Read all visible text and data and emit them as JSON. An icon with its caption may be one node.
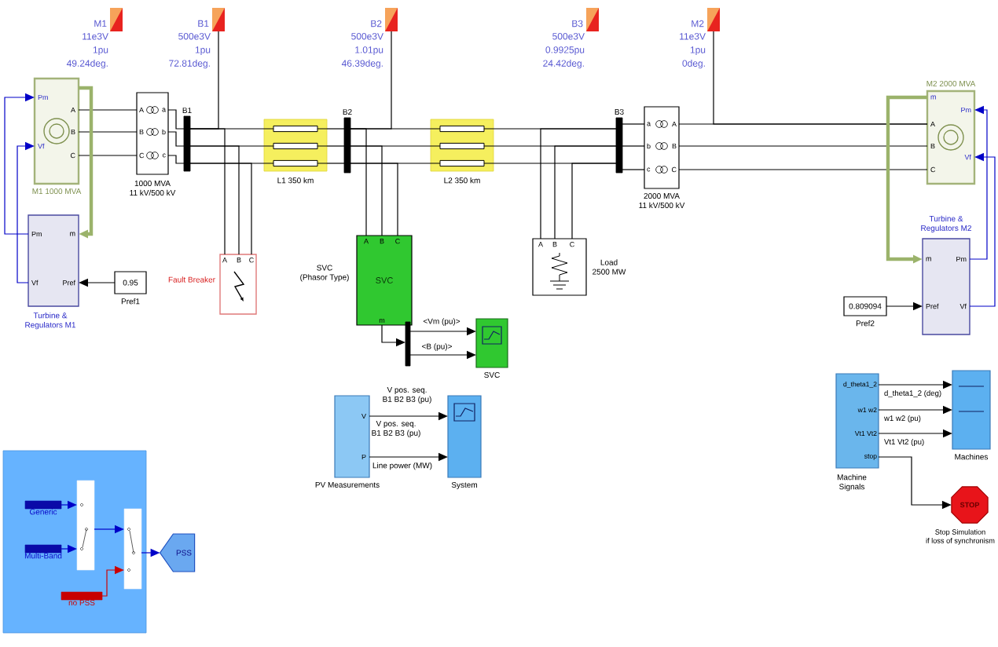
{
  "diagram": {
    "nodes": [
      {
        "text": [
          "M1"
        ],
        "beside": [
          "11e3V 1pu 49.24deg."
        ]
      },
      {
        "text": [
          "B1"
        ],
        "beside": [
          "500e3V 1pu 72.81deg."
        ]
      },
      {
        "text": [
          "B2"
        ],
        "beside": [
          "500e3V 1.01pu 46.39deg."
        ]
      },
      {
        "text": [
          "B3"
        ],
        "beside": [
          "500e3V 0.9925pu 24.42deg."
        ]
      },
      {
        "text": [
          "M2"
        ],
        "beside": [
          "11e3V 1pu 0deg."
        ]
      },
      {
        "text": [
          "Pm",
          "A",
          "B",
          "Vf",
          "C",
          "M1 1000 MVA"
        ]
      },
      {
        "text": [
          "A",
          "a",
          "B",
          "b",
          "C",
          "c",
          "1000 MVA 11 kV/500 kV"
        ]
      },
      {
        "text": [
          "B1"
        ]
      },
      {
        "text": [
          "L1 350 km"
        ]
      },
      {
        "text": [
          "A",
          "B",
          "C",
          "Fault Breaker"
        ]
      },
      {
        "text": [
          "B2"
        ]
      },
      {
        "text": [
          "A",
          "B",
          "C",
          "SVC (Phasor Type)",
          "SVC",
          "m"
        ]
      },
      {
        "text": [
          "L2 350 km"
        ]
      },
      {
        "text": [
          "A",
          "B",
          "C",
          "Load 2500 MW"
        ]
      },
      {
        "text": [
          "B3"
        ]
      },
      {
        "text": [
          "a",
          "A",
          "b",
          "B",
          "c",
          "C",
          "2000 MVA 11 kV/500 kV"
        ]
      },
      {
        "text": [
          "M2 2000 MVA",
          "m",
          "Pm",
          "A",
          "B",
          "Vf",
          "C"
        ]
      },
      {
        "text": [
          "Pm",
          "m",
          "Vf",
          "Pref",
          "Turbine & Regulators M1"
        ]
      },
      {
        "text": [
          "0.95",
          "Pref1"
        ]
      },
      {
        "text": [
          "Turbine & Regulators M2",
          "m",
          "Pm",
          "Pref",
          "Vf"
        ]
      },
      {
        "text": [
          "0.809094",
          "Pref2"
        ]
      },
      {
        "text": [],
        "shape": "bar"
      },
      {
        "text": [
          "SVC"
        ]
      },
      {
        "text": [
          "V",
          "P",
          "PV Measurements"
        ]
      },
      {
        "text": [
          "System"
        ]
      },
      {
        "text": [
          "d_theta1_2",
          "w1 w2",
          "Vt1 Vt2",
          "stop",
          "Machine Signals"
        ]
      },
      {
        "text": [
          "Machines"
        ]
      },
      {
        "text": [
          "STOP",
          "Stop Simulation if loss of synchronism"
        ]
      },
      {
        "text": [],
        "shape": "box"
      },
      {
        "text": [
          "Generic"
        ],
        "in": 28
      },
      {
        "text": [
          "Multi-Band"
        ],
        "in": 28
      },
      {
        "text": [],
        "shape": "box",
        "in": 28
      },
      {
        "text": [],
        "shape": "box",
        "in": 28
      },
      {
        "text": [
          "no PSS"
        ],
        "in": 28
      },
      {
        "text": [
          "PSS"
        ]
      }
    ],
    "edges": [
      {
        "from": 1,
        "to": 7,
        "arrow": "none"
      },
      {
        "from": 2,
        "to": 10,
        "arrow": "none"
      },
      {
        "from": 4,
        "to": 16,
        "arrow": "none"
      },
      {
        "from": 5,
        "to": 6,
        "arrow": "none"
      },
      {
        "from": 5,
        "to": 6,
        "arrow": "none"
      },
      {
        "from": 5,
        "to": 6,
        "arrow": "none"
      },
      {
        "from": 6,
        "to": 7,
        "arrow": "none"
      },
      {
        "from": 6,
        "to": 7,
        "arrow": "none"
      },
      {
        "from": 6,
        "to": 7,
        "arrow": "none"
      },
      {
        "from": 7,
        "to": 8,
        "arrow": "none"
      },
      {
        "from": 7,
        "to": 8,
        "arrow": "none"
      },
      {
        "from": 7,
        "to": 8,
        "arrow": "none"
      },
      {
        "from": 7,
        "to": 9,
        "arrow": "none"
      },
      {
        "from": 7,
        "to": 9,
        "arrow": "none"
      },
      {
        "from": 7,
        "to": 9,
        "arrow": "none"
      },
      {
        "from": 8,
        "to": 10,
        "arrow": "none"
      },
      {
        "from": 8,
        "to": 10,
        "arrow": "none"
      },
      {
        "from": 8,
        "to": 10,
        "arrow": "none"
      },
      {
        "from": 10,
        "to": 12,
        "arrow": "none"
      },
      {
        "from": 10,
        "to": 12,
        "arrow": "none"
      },
      {
        "from": 10,
        "to": 12,
        "arrow": "none"
      },
      {
        "from": 10,
        "to": 11,
        "arrow": "none"
      },
      {
        "from": 10,
        "to": 11,
        "arrow": "none"
      },
      {
        "from": 10,
        "to": 11,
        "arrow": "none"
      },
      {
        "from": 12,
        "to": 14,
        "arrow": "none"
      },
      {
        "from": 12,
        "to": 14,
        "arrow": "none"
      },
      {
        "from": 12,
        "to": 14,
        "arrow": "none"
      },
      {
        "from": 14,
        "to": 13,
        "arrow": "none"
      },
      {
        "from": 14,
        "to": 13,
        "arrow": "none"
      },
      {
        "from": 14,
        "to": 13,
        "arrow": "none"
      },
      {
        "from": 14,
        "to": 15,
        "arrow": "none"
      },
      {
        "from": 14,
        "to": 15,
        "arrow": "none"
      },
      {
        "from": 14,
        "to": 15,
        "arrow": "none"
      },
      {
        "from": 15,
        "to": 16,
        "arrow": "none"
      },
      {
        "from": 15,
        "to": 16,
        "arrow": "none"
      },
      {
        "from": 15,
        "to": 16,
        "arrow": "none"
      },
      {
        "from": 5,
        "to": 17,
        "arrow": "to",
        "style": "thick",
        "color": "#9bb36b"
      },
      {
        "from": 17,
        "to": 5,
        "arrow": "to",
        "color": "#0000c8"
      },
      {
        "from": 17,
        "to": 5,
        "arrow": "to",
        "color": "#0000c8"
      },
      {
        "from": 18,
        "to": 17,
        "arrow": "to"
      },
      {
        "from": 16,
        "to": 19,
        "arrow": "to",
        "style": "thick",
        "color": "#9bb36b"
      },
      {
        "from": 19,
        "to": 16,
        "arrow": "to",
        "color": "#0000c8"
      },
      {
        "from": 19,
        "to": 16,
        "arrow": "to",
        "color": "#0000c8"
      },
      {
        "from": 20,
        "to": 19,
        "arrow": "to"
      },
      {
        "from": 11,
        "to": 21,
        "arrow": "to"
      },
      {
        "from": 21,
        "to": 22,
        "arrow": "to",
        "label": "<Vm (pu)>"
      },
      {
        "from": 21,
        "to": 22,
        "arrow": "to",
        "label": "<B (pu)>"
      },
      {
        "from": 23,
        "to": 24,
        "arrow": "to",
        "label": "V pos. seq. B1 B2 B3 (pu)"
      },
      {
        "from": 23,
        "to": 24,
        "arrow": "to",
        "label": "Line power (MW)"
      },
      {
        "from": 25,
        "to": 26,
        "arrow": "to",
        "label": "d_theta1_2 (deg)"
      },
      {
        "from": 25,
        "to": 26,
        "arrow": "to",
        "label": "w1 w2 (pu)"
      },
      {
        "from": 25,
        "to": 26,
        "arrow": "to",
        "label": "Vt1 Vt2 (pu)"
      },
      {
        "from": 25,
        "to": 27,
        "arrow": "to"
      },
      {
        "from": 29,
        "to": 31,
        "arrow": "to",
        "color": "#0000c8"
      },
      {
        "from": 30,
        "to": 31,
        "arrow": "to",
        "color": "#0000c8"
      },
      {
        "from": 31,
        "to": 32,
        "arrow": "to",
        "color": "#0000c8"
      },
      {
        "from": 33,
        "to": 32,
        "arrow": "to",
        "color": "#cc0000"
      },
      {
        "from": 32,
        "to": 34,
        "arrow": "to",
        "color": "#0000c8"
      }
    ],
    "labels": [
      "V pos. seq. B1 B2 B3 (pu)"
    ]
  }
}
